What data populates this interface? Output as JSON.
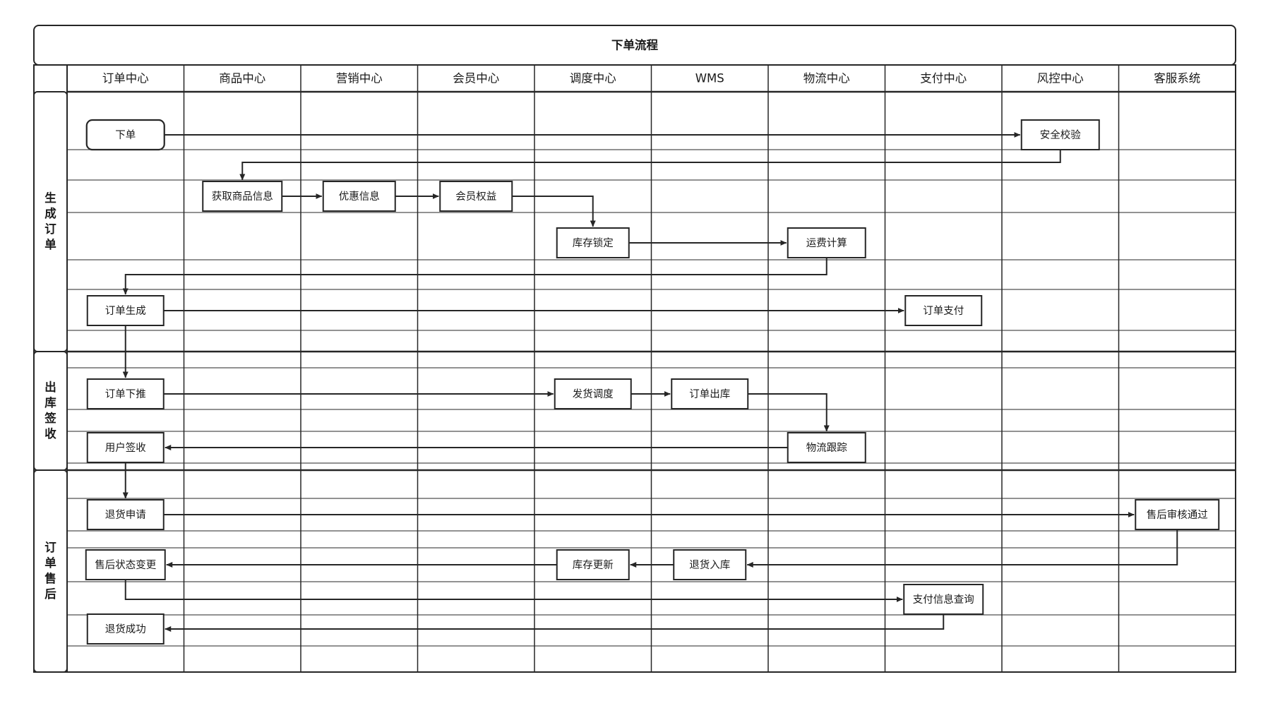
{
  "diagram": {
    "title": "下单流程",
    "type": "swimlane-flowchart",
    "columns": [
      {
        "id": "order-center",
        "label": "订单中心"
      },
      {
        "id": "product-center",
        "label": "商品中心"
      },
      {
        "id": "marketing-center",
        "label": "营销中心"
      },
      {
        "id": "member-center",
        "label": "会员中心"
      },
      {
        "id": "dispatch-center",
        "label": "调度中心"
      },
      {
        "id": "wms",
        "label": "WMS"
      },
      {
        "id": "logistics-center",
        "label": "物流中心"
      },
      {
        "id": "payment-center",
        "label": "支付中心"
      },
      {
        "id": "risk-center",
        "label": "风控中心"
      },
      {
        "id": "customer-service",
        "label": "客服系统"
      }
    ],
    "lanes": [
      {
        "id": "create-order",
        "label": "生成订单"
      },
      {
        "id": "ship-receive",
        "label": "出库签收"
      },
      {
        "id": "after-sales",
        "label": "订单售后"
      }
    ],
    "nodes": [
      {
        "id": "place-order",
        "label": "下单",
        "lane": "create-order",
        "column": "order-center",
        "shape": "rounded"
      },
      {
        "id": "security-check",
        "label": "安全校验",
        "lane": "create-order",
        "column": "risk-center",
        "shape": "rect"
      },
      {
        "id": "get-product-info",
        "label": "获取商品信息",
        "lane": "create-order",
        "column": "product-center",
        "shape": "rect"
      },
      {
        "id": "promo-info",
        "label": "优惠信息",
        "lane": "create-order",
        "column": "marketing-center",
        "shape": "rect"
      },
      {
        "id": "member-benefit",
        "label": "会员权益",
        "lane": "create-order",
        "column": "member-center",
        "shape": "rect"
      },
      {
        "id": "stock-lock",
        "label": "库存锁定",
        "lane": "create-order",
        "column": "dispatch-center",
        "shape": "rect"
      },
      {
        "id": "freight-calc",
        "label": "运费计算",
        "lane": "create-order",
        "column": "logistics-center",
        "shape": "rect"
      },
      {
        "id": "order-created",
        "label": "订单生成",
        "lane": "create-order",
        "column": "order-center",
        "shape": "rect"
      },
      {
        "id": "order-payment",
        "label": "订单支付",
        "lane": "create-order",
        "column": "payment-center",
        "shape": "rect"
      },
      {
        "id": "order-pushdown",
        "label": "订单下推",
        "lane": "ship-receive",
        "column": "order-center",
        "shape": "rect"
      },
      {
        "id": "ship-dispatch",
        "label": "发货调度",
        "lane": "ship-receive",
        "column": "dispatch-center",
        "shape": "rect"
      },
      {
        "id": "order-outbound",
        "label": "订单出库",
        "lane": "ship-receive",
        "column": "wms",
        "shape": "rect"
      },
      {
        "id": "logistics-tracking",
        "label": "物流跟踪",
        "lane": "ship-receive",
        "column": "logistics-center",
        "shape": "rect"
      },
      {
        "id": "user-signed",
        "label": "用户签收",
        "lane": "ship-receive",
        "column": "order-center",
        "shape": "rect"
      },
      {
        "id": "return-apply",
        "label": "退货申请",
        "lane": "after-sales",
        "column": "order-center",
        "shape": "rect"
      },
      {
        "id": "after-sale-approved",
        "label": "售后审核通过",
        "lane": "after-sales",
        "column": "customer-service",
        "shape": "rect"
      },
      {
        "id": "after-sale-status",
        "label": "售后状态变更",
        "lane": "after-sales",
        "column": "order-center",
        "shape": "rect"
      },
      {
        "id": "stock-update",
        "label": "库存更新",
        "lane": "after-sales",
        "column": "dispatch-center",
        "shape": "rect"
      },
      {
        "id": "return-inbound",
        "label": "退货入库",
        "lane": "after-sales",
        "column": "wms",
        "shape": "rect"
      },
      {
        "id": "payment-query",
        "label": "支付信息查询",
        "lane": "after-sales",
        "column": "payment-center",
        "shape": "rect"
      },
      {
        "id": "return-success",
        "label": "退货成功",
        "lane": "after-sales",
        "column": "order-center",
        "shape": "rect"
      }
    ],
    "edges": [
      {
        "from": "place-order",
        "to": "security-check"
      },
      {
        "from": "security-check",
        "to": "get-product-info"
      },
      {
        "from": "get-product-info",
        "to": "promo-info"
      },
      {
        "from": "promo-info",
        "to": "member-benefit"
      },
      {
        "from": "member-benefit",
        "to": "stock-lock"
      },
      {
        "from": "stock-lock",
        "to": "freight-calc"
      },
      {
        "from": "freight-calc",
        "to": "order-created"
      },
      {
        "from": "order-created",
        "to": "order-payment"
      },
      {
        "from": "order-created",
        "to": "order-pushdown"
      },
      {
        "from": "order-pushdown",
        "to": "ship-dispatch"
      },
      {
        "from": "ship-dispatch",
        "to": "order-outbound"
      },
      {
        "from": "order-outbound",
        "to": "logistics-tracking"
      },
      {
        "from": "logistics-tracking",
        "to": "user-signed"
      },
      {
        "from": "user-signed",
        "to": "return-apply"
      },
      {
        "from": "return-apply",
        "to": "after-sale-approved"
      },
      {
        "from": "after-sale-approved",
        "to": "return-inbound"
      },
      {
        "from": "return-inbound",
        "to": "stock-update"
      },
      {
        "from": "stock-update",
        "to": "after-sale-status"
      },
      {
        "from": "after-sale-status",
        "to": "payment-query"
      },
      {
        "from": "payment-query",
        "to": "return-success"
      }
    ],
    "colors": {
      "stroke": "#262626",
      "fill": "#ffffff",
      "background": "#ffffff"
    }
  }
}
